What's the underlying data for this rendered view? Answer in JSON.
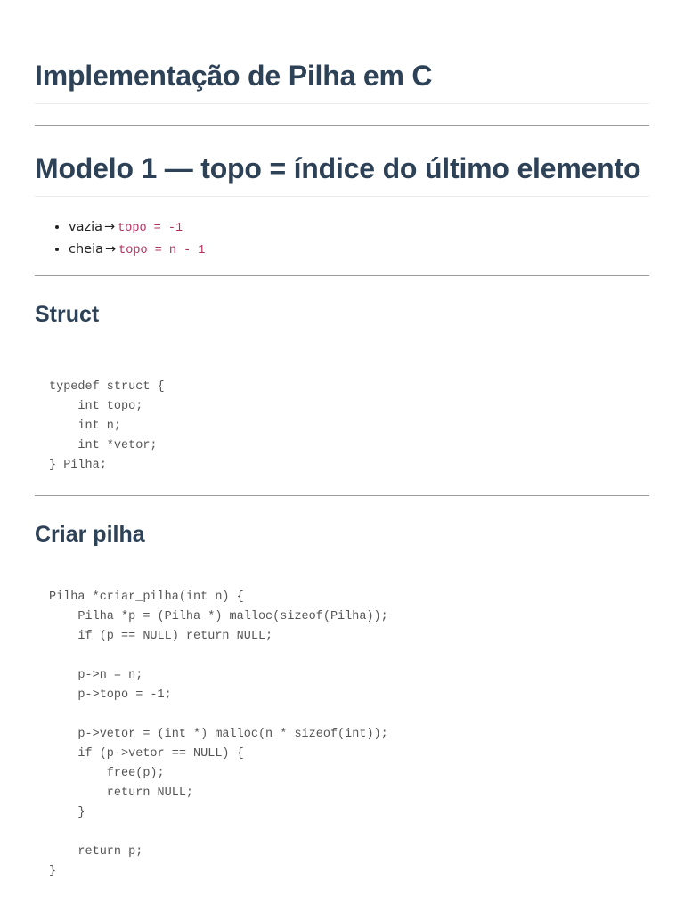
{
  "document": {
    "title": "Implementação de Pilha em C",
    "section1": {
      "heading": "Modelo 1 — topo = índice do último elemento",
      "bullets": [
        {
          "label": "vazia",
          "arrow": "→",
          "code": "topo = -1"
        },
        {
          "label": "cheia",
          "arrow": "→",
          "code": "topo = n - 1"
        }
      ]
    },
    "struct": {
      "heading": "Struct",
      "code": "typedef struct {\n    int topo;\n    int n;\n    int *vetor;\n} Pilha;"
    },
    "criar": {
      "heading": "Criar pilha",
      "code": "Pilha *criar_pilha(int n) {\n    Pilha *p = (Pilha *) malloc(sizeof(Pilha));\n    if (p == NULL) return NULL;\n\n    p->n = n;\n    p->topo = -1;\n\n    p->vetor = (int *) malloc(n * sizeof(int));\n    if (p->vetor == NULL) {\n        free(p);\n        return NULL;\n    }\n\n    return p;\n}"
    }
  }
}
